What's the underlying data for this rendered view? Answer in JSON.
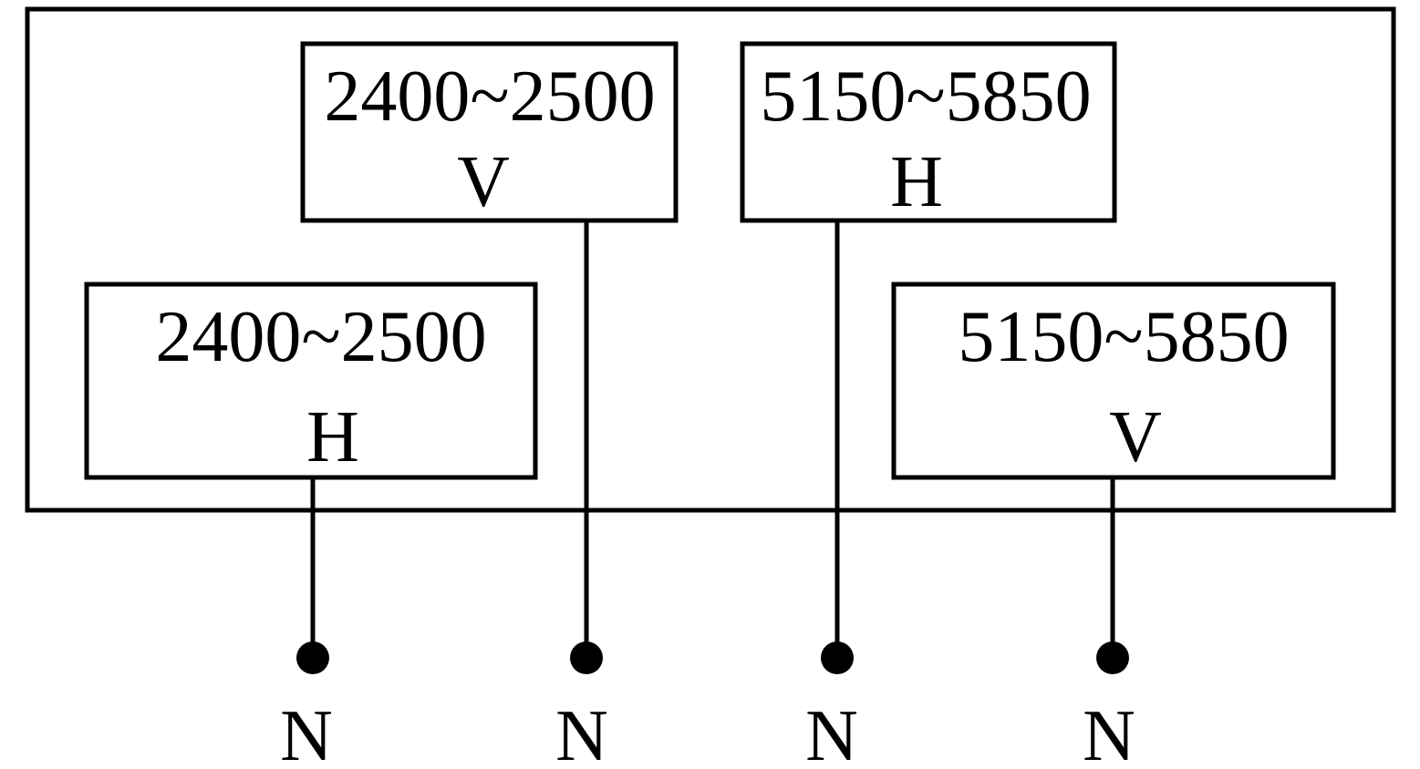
{
  "antennas": [
    {
      "band": "2400~2500",
      "polarization": "V"
    },
    {
      "band": "5150~5850",
      "polarization": "H"
    },
    {
      "band": "2400~2500",
      "polarization": "H"
    },
    {
      "band": "5150~5850",
      "polarization": "V"
    }
  ],
  "ports": [
    {
      "label": "N"
    },
    {
      "label": "N"
    },
    {
      "label": "N"
    },
    {
      "label": "N"
    }
  ]
}
